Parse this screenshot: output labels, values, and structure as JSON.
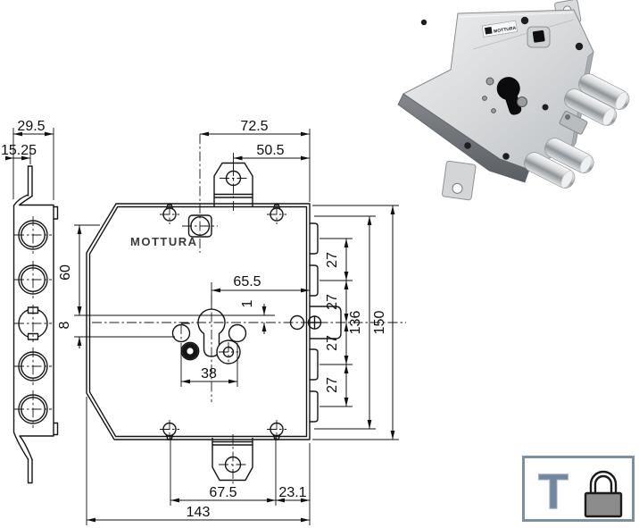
{
  "drawing": {
    "brand_label": "MOTTURA",
    "dims": {
      "side_width": "29.5",
      "side_pin_offset": "15.25",
      "spindle_to_edge": "72.5",
      "tab_hole_to_edge": "50.5",
      "top_to_centerline": "60",
      "centerline_offset": "8",
      "cylinder_to_edge": "65.5",
      "latch_offset": "1",
      "handle_hole_span": "38",
      "bolt_pitch": "27",
      "hole_rows_span": "136",
      "body_height": "150",
      "bottom_hole_span": "67.5",
      "bottom_hole_to_edge": "23.1",
      "body_width": "143"
    }
  },
  "photo": {
    "brand_label": "MOTTURA"
  },
  "badge": {
    "key_letter": "T",
    "accent_color": "#7b90a5",
    "padlock_color": "#8c8c8c",
    "padlock_icon": "padlock-icon"
  },
  "colors": {
    "line": "#151515",
    "paper": "#ffffff"
  }
}
